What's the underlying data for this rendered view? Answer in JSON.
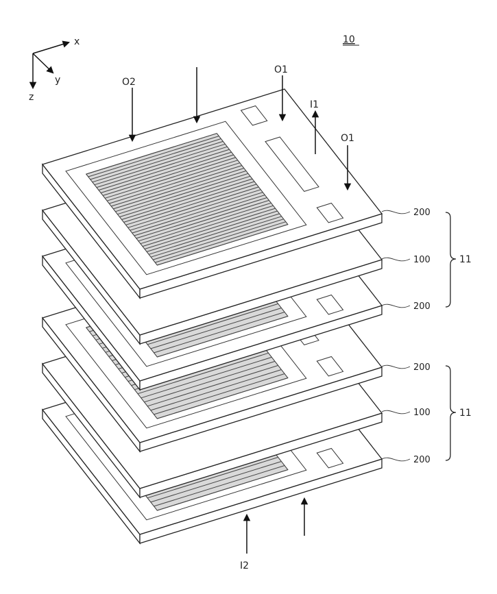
{
  "figure": {
    "number": "10",
    "axes": {
      "x": "x",
      "y": "y",
      "z": "z"
    },
    "flow_labels": {
      "o1_top": "O1",
      "o1_right": "O1",
      "o2": "O2",
      "i1": "I1",
      "i2": "I2"
    },
    "layer_labels": [
      "200",
      "100",
      "200",
      "200",
      "100",
      "200"
    ],
    "group_labels": [
      "11",
      "11"
    ]
  }
}
